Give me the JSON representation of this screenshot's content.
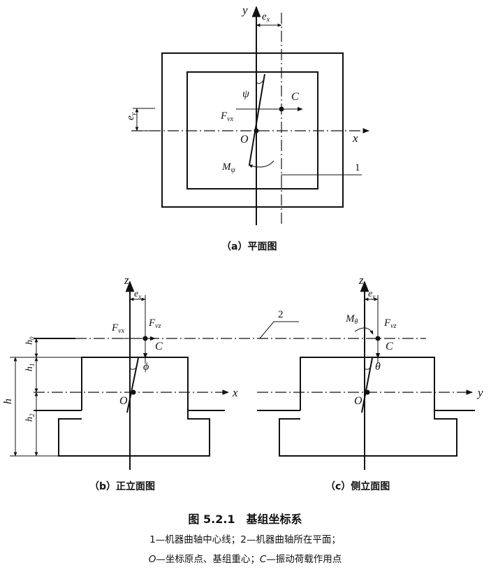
{
  "panel_a": {
    "y": "y",
    "ex": "e",
    "ex_sub": "x",
    "ey": "e",
    "ey_sub": "y",
    "psi": "ψ",
    "C": "C",
    "Fvx": "F",
    "Fvx_sub": "vx",
    "O": "O",
    "x": "x",
    "M": "M",
    "M_sub": "ψ",
    "label1": "1",
    "caption": "（a）平面图"
  },
  "panel_b": {
    "z": "z",
    "ex": "e",
    "ex_sub": "x",
    "Fvx": "F",
    "Fvx_sub": "vx",
    "Fvz": "F",
    "Fvz_sub": "vz",
    "C": "C",
    "phi": "ϕ",
    "O": "O",
    "x": "x",
    "h0": "h",
    "h0_sub": "0",
    "h1": "h",
    "h1_sub": "1",
    "h": "h",
    "h2": "h",
    "h2_sub": "2",
    "caption": "（b）正立面图"
  },
  "panel_c": {
    "z": "z",
    "ey": "e",
    "ey_sub": "y",
    "M": "M",
    "M_sub": "θ",
    "Fvz": "F",
    "Fvz_sub": "vz",
    "C": "C",
    "theta": "θ",
    "O": "O",
    "y": "y",
    "label2": "2",
    "caption": "（c）侧立面图"
  },
  "figure": {
    "title": "图 5.2.1　基组坐标系",
    "legend_line1": "1—机器曲轴中心线；2—机器曲轴所在平面；",
    "legend_line2_O": "O",
    "legend_line2_a": "—坐标原点、基组重心；",
    "legend_line2_C": "C",
    "legend_line2_b": "—振动荷载作用点"
  }
}
